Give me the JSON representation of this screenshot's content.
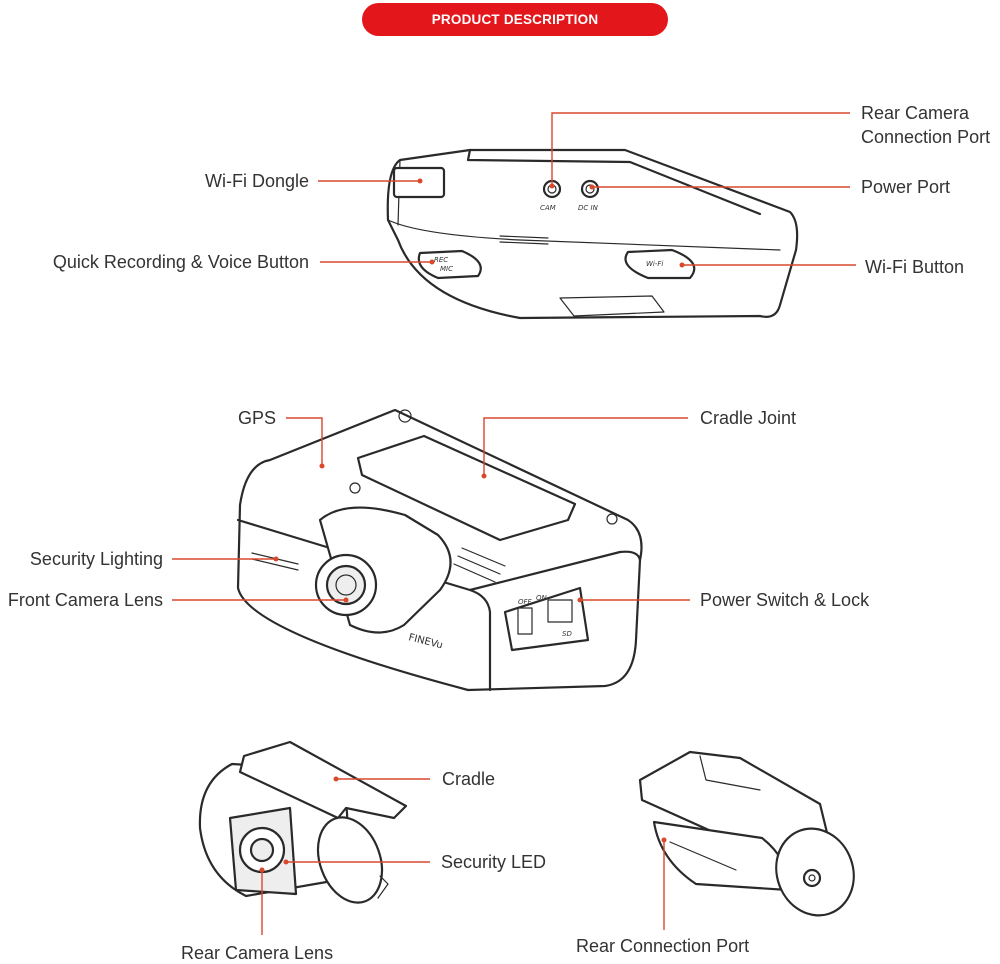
{
  "header": {
    "title": "PRODUCT DESCRIPTION",
    "accent": "#e3161b"
  },
  "labels": {
    "rear_camera_port_line1": "Rear Camera",
    "rear_camera_port_line2": "Connection Port",
    "wifi_dongle": "Wi-Fi Dongle",
    "power_port": "Power Port",
    "quick_recording": "Quick Recording & Voice Button",
    "wifi_button": "Wi-Fi Button",
    "gps": "GPS",
    "cradle_joint": "Cradle Joint",
    "security_lighting": "Security Lighting",
    "front_camera_lens": "Front Camera Lens",
    "power_switch": "Power Switch & Lock",
    "cradle": "Cradle",
    "security_led": "Security LED",
    "rear_camera_lens": "Rear Camera Lens",
    "rear_connection_port": "Rear Connection Port"
  },
  "device_markings": {
    "cam": "CAM",
    "dc_in": "DC IN",
    "rec": "REC",
    "mic": "MIC",
    "wifi": "Wi-Fi",
    "off": "OFF",
    "on": "ON",
    "sd": "SD",
    "brand": "FINEVu"
  },
  "colors": {
    "leader_line": "#d9482b",
    "outline": "#2a2a2a"
  }
}
